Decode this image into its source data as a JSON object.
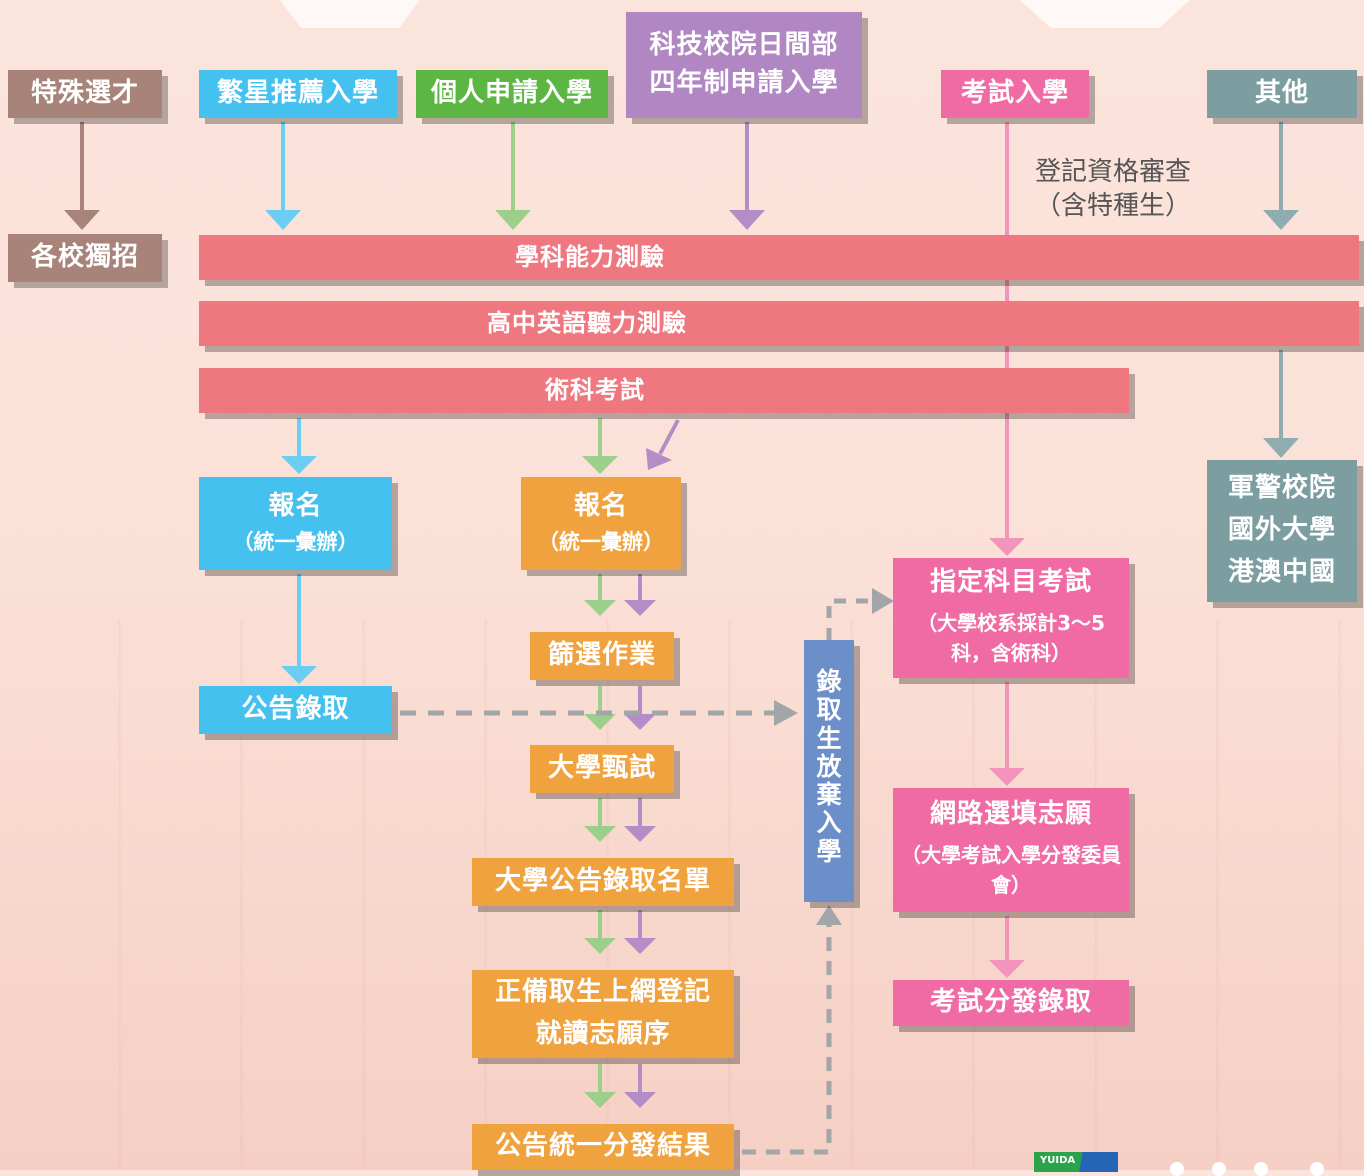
{
  "colors": {
    "brown": "#a7837a",
    "cyan": "#44c1ef",
    "green": "#5db544",
    "purple": "#b187c3",
    "pink": "#f06aa3",
    "teal": "#7c9ea1",
    "red_band": "#ef7880",
    "orange": "#f0a23f",
    "blue_vertical": "#6c8ec9",
    "arrow_grey": "#a3a6a8"
  },
  "top": {
    "special": "特殊選才",
    "star": "繁星推薦入學",
    "personal": "個人申請入學",
    "tech_line1": "科技校院日間部",
    "tech_line2": "四年制申請入學",
    "exam": "考試入學",
    "other": "其他"
  },
  "school_exam": "各校獨招",
  "note": {
    "line1": "登記資格審查",
    "line2": "（含特種生）"
  },
  "bands": {
    "gsat": "學科能力測驗",
    "english": "高中英語聽力測驗",
    "arts": "術科考試"
  },
  "star_flow": {
    "register": "報名",
    "register_sub": "（統一彙辦）",
    "announce": "公告錄取"
  },
  "personal_flow": {
    "register": "報名",
    "register_sub": "（統一彙辦）",
    "screening": "篩選作業",
    "interview": "大學甄試",
    "announce_list": "大學公告錄取名單",
    "register_online_line1": "正備取生上網登記",
    "register_online_line2": "就讀志願序",
    "result": "公告統一分發結果"
  },
  "waiver": "錄取生放棄入學",
  "exam_flow": {
    "ast": "指定科目考試",
    "ast_sub": "（大學校系採計3～5科，含術科）",
    "online_choice": "網路選填志願",
    "online_choice_sub": "（大學考試入學分發委員會）",
    "placement": "考試分發錄取"
  },
  "other_flow": {
    "line1": "軍警校院",
    "line2": "國外大學",
    "line3": "港澳中國"
  },
  "logo_text": "YUIDA"
}
